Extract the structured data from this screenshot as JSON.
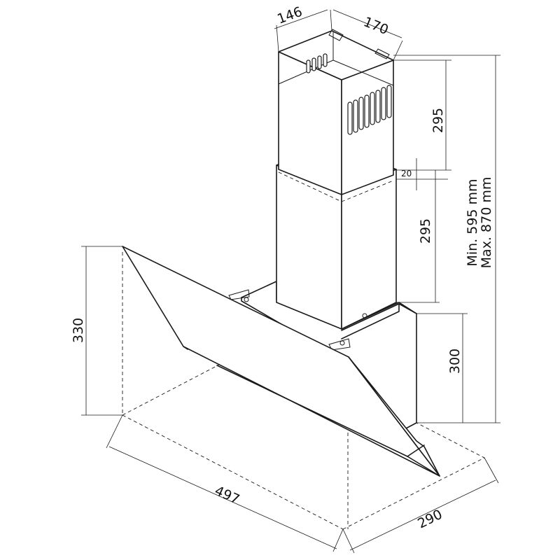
{
  "dimensions": {
    "chimney_depth": "146",
    "chimney_width": "170",
    "upper_chimney_height": "295",
    "overlap": "20",
    "lower_chimney_height": "295",
    "height_range_min": "Min. 595 mm",
    "height_range_max": "Max. 870 mm",
    "glass_height": "330",
    "body_height": "300",
    "hood_width": "497",
    "hood_depth": "290"
  },
  "colors": {
    "line": "#1a1a1a",
    "background": "#ffffff"
  }
}
